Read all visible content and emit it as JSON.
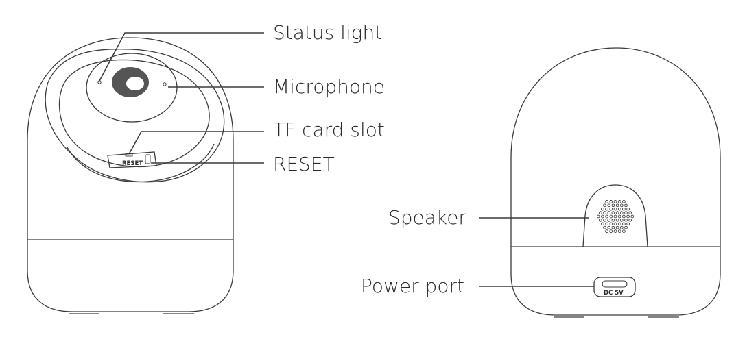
{
  "labels": {
    "status_light": "Status light",
    "microphone": "Microphone",
    "tf_card_slot": "TF card slot",
    "reset": "RESET",
    "speaker": "Speaker",
    "power_port": "Power port"
  },
  "device_markings": {
    "reset_marking": "RESET",
    "power_marking": "DC 5V"
  },
  "colors": {
    "line": "#3a3a3a",
    "text": "#2a2a2a",
    "lens": "#555555"
  }
}
